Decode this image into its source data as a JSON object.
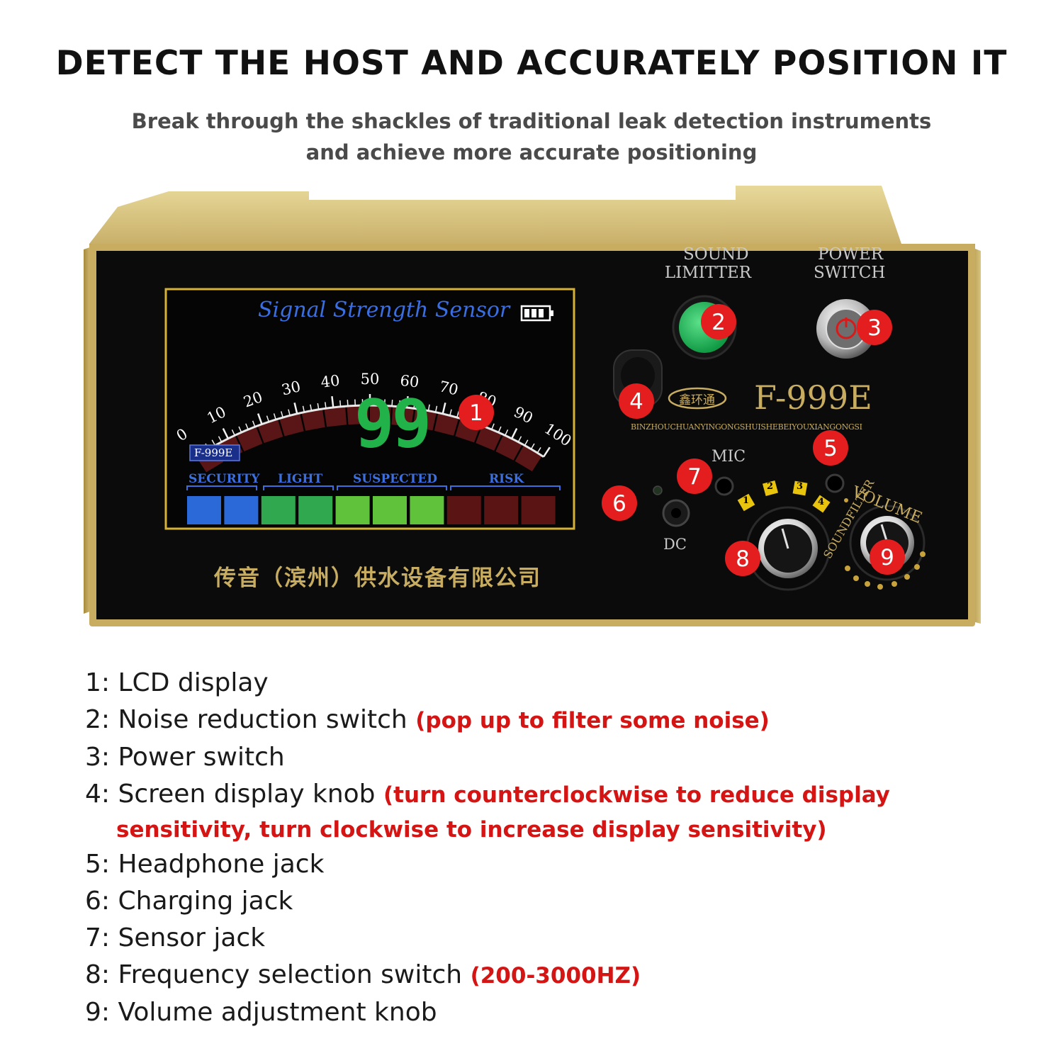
{
  "header": {
    "title": "DETECT THE HOST AND ACCURATELY POSITION IT",
    "subtitle_line1": "Break through the shackles of traditional leak detection instruments",
    "subtitle_line2": "and achieve more accurate positioning"
  },
  "device": {
    "lcd": {
      "title": "Signal Strength Sensor",
      "scale": [
        "0",
        "10",
        "20",
        "30",
        "40",
        "50",
        "60",
        "70",
        "80",
        "90",
        "100"
      ],
      "reading": "99",
      "model_tag": "F-999E",
      "zones": [
        "SECURITY",
        "LIGHT",
        "SUSPECTED",
        "RISK"
      ],
      "bars": [
        {
          "color": "#2b68d8"
        },
        {
          "color": "#2b68d8"
        },
        {
          "color": "#2fa84f"
        },
        {
          "color": "#2fa84f"
        },
        {
          "color": "#5fc23a"
        },
        {
          "color": "#5fc23a"
        },
        {
          "color": "#5fc23a"
        },
        {
          "color": "#5a1414"
        },
        {
          "color": "#5a1414"
        },
        {
          "color": "#5a1414"
        }
      ]
    },
    "panel": {
      "sound_limitter_line1": "SOUND",
      "sound_limitter_line2": "LIMITTER",
      "power_switch_line1": "POWER",
      "power_switch_line2": "SWITCH",
      "brand_logo": "鑫环通",
      "model": "F-999E",
      "manufacturer_pinyin": "BINZHOUCHUANYINGONGSHUISHEBEIYOUXIANGONGSI",
      "mic_label": "MIC",
      "dc_label": "DC",
      "volume_label": "VOLUME",
      "soundfilter_label": "SOUNDFILTER",
      "filter_positions": [
        "1",
        "2",
        "3",
        "4"
      ],
      "company_cn": "传音（滨州）供水设备有限公司"
    },
    "markers": [
      "1",
      "2",
      "3",
      "4",
      "5",
      "6",
      "7",
      "8",
      "9"
    ],
    "colors": {
      "marker": "#e41e1e",
      "gold_case": "#d6c27a",
      "panel": "#0b0b0b",
      "lcd_bg": "#050505",
      "digits": "#22b24a",
      "lcd_title": "#3b6fe0"
    }
  },
  "legend": [
    {
      "num": "1:",
      "text": "LCD display",
      "note": ""
    },
    {
      "num": "2:",
      "text": "Noise reduction switch",
      "note": "(pop up to filter some noise)"
    },
    {
      "num": "3:",
      "text": "Power switch",
      "note": ""
    },
    {
      "num": "4:",
      "text": "Screen display knob",
      "note": "(turn counterclockwise to reduce display",
      "note2": "sensitivity, turn clockwise to increase display sensitivity)"
    },
    {
      "num": "5:",
      "text": "Headphone jack",
      "note": ""
    },
    {
      "num": "6:",
      "text": "Charging jack",
      "note": ""
    },
    {
      "num": "7:",
      "text": "Sensor jack",
      "note": ""
    },
    {
      "num": "8:",
      "text": "Frequency selection switch",
      "note": "(200-3000HZ)"
    },
    {
      "num": "9:",
      "text": "Volume adjustment knob",
      "note": ""
    }
  ]
}
